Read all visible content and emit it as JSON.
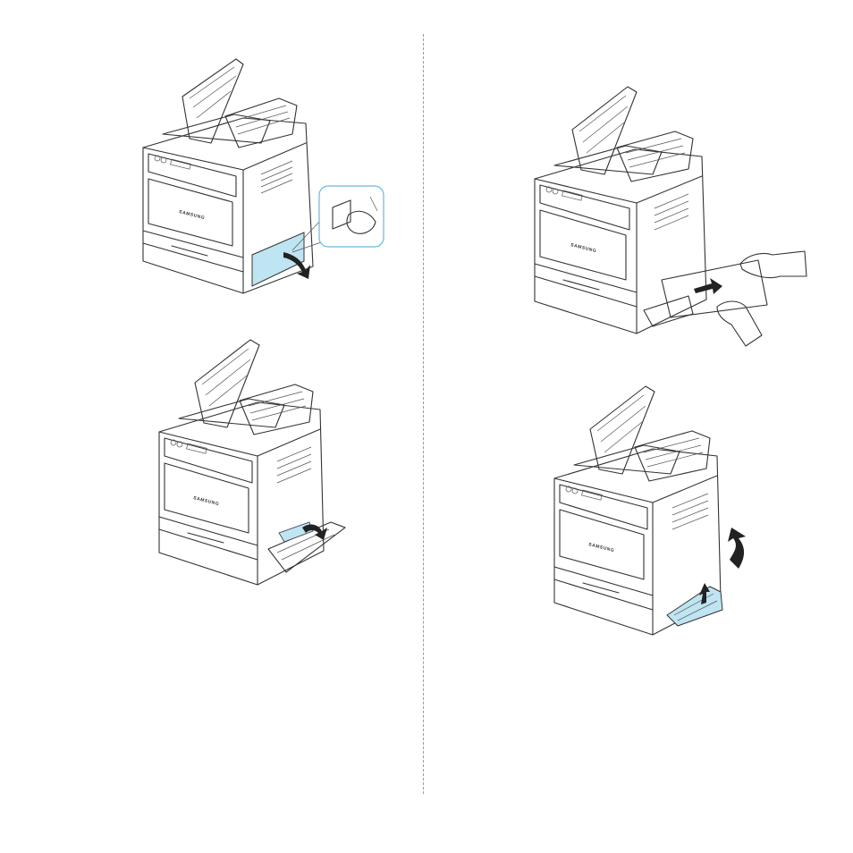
{
  "brand": "SAMSUNG",
  "colors": {
    "highlight": "#bfe4f2",
    "line": "#333333",
    "arrow": "#222222"
  },
  "illustrations": [
    {
      "step": "open-rear-bottom-cover",
      "callout": "hand-pull-detail"
    },
    {
      "step": "pull-out-jammed-paper"
    },
    {
      "step": "open-duplex-cover"
    },
    {
      "step": "close-duplex-cover"
    }
  ]
}
